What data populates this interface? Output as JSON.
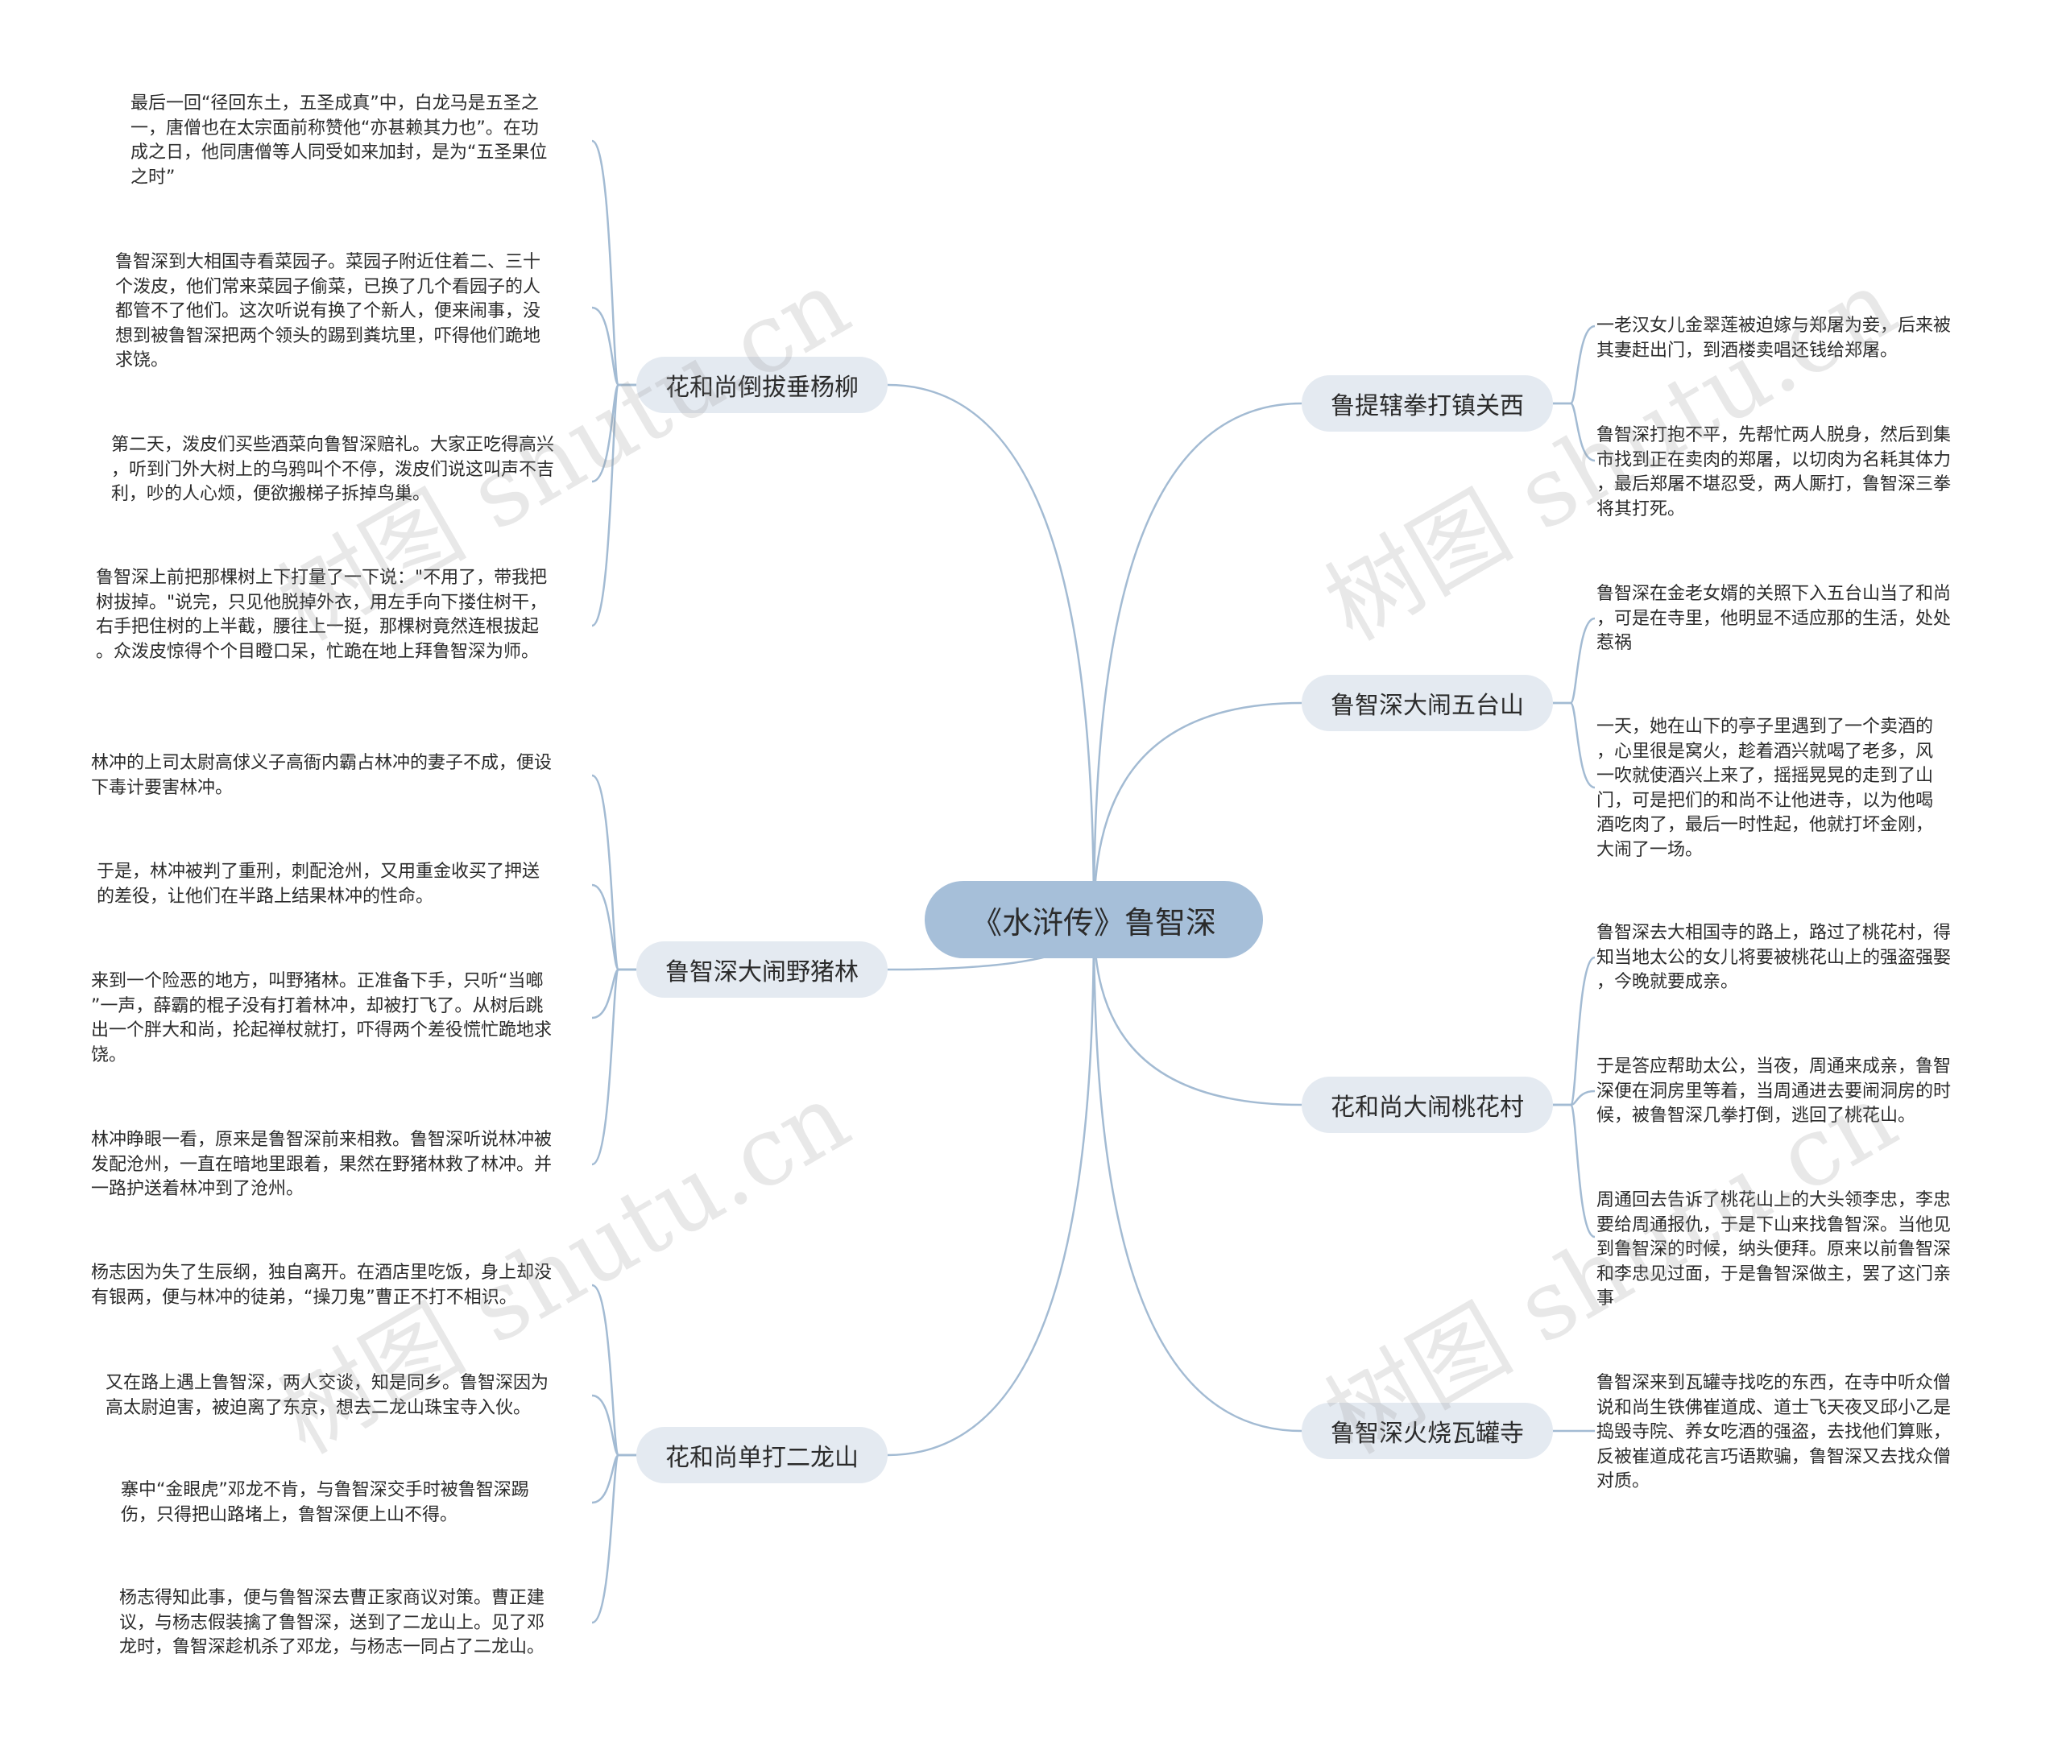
{
  "root": "《水浒传》鲁智深",
  "branches": [
    {
      "label": "花和尚倒拔垂杨柳",
      "leaves": [
        "最后一回“径回东土，五圣成真”中，白龙马是五圣之\n一，唐僧也在太宗面前称赞他“亦甚赖其力也”。在功\n成之日，他同唐僧等人同受如来加封，是为“五圣果位\n之时”",
        "鲁智深到大相国寺看菜园子。菜园子附近住着二、三十\n个泼皮，他们常来菜园子偷菜，已换了几个看园子的人\n都管不了他们。这次听说有换了个新人，便来闹事，没\n想到被鲁智深把两个领头的踢到粪坑里，吓得他们跪地\n求饶。",
        "第二天，泼皮们买些酒菜向鲁智深赔礼。大家正吃得高兴\n，听到门外大树上的乌鸦叫个不停，泼皮们说这叫声不吉\n利，吵的人心烦，便欲搬梯子拆掉鸟巢。",
        "鲁智深上前把那棵树上下打量了一下说：\"不用了，带我把\n树拔掉。\"说完，只见他脱掉外衣，用左手向下搂住树干，\n右手把住树的上半截，腰往上一挺，那棵树竟然连根拔起\n。众泼皮惊得个个目瞪口呆，忙跪在地上拜鲁智深为师。"
      ]
    },
    {
      "label": "鲁智深大闹野猪林",
      "leaves": [
        "林冲的上司太尉高俅义子高衙内霸占林冲的妻子不成，便设\n下毒计要害林冲。",
        "于是，林冲被判了重刑，刺配沧州，又用重金收买了押送\n的差役，让他们在半路上结果林冲的性命。",
        "来到一个险恶的地方，叫野猪林。正准备下手，只听“当啷\n”一声，薛霸的棍子没有打着林冲，却被打飞了。从树后跳\n出一个胖大和尚，抡起禅杖就打，吓得两个差役慌忙跪地求\n饶。",
        "林冲睁眼一看，原来是鲁智深前来相救。鲁智深听说林冲被\n发配沧州，一直在暗地里跟着，果然在野猪林救了林冲。并\n一路护送着林冲到了沧州。"
      ]
    },
    {
      "label": "花和尚单打二龙山",
      "leaves": [
        "杨志因为失了生辰纲，独自离开。在酒店里吃饭，身上却没\n有银两，便与林冲的徒弟，“操刀鬼”曹正不打不相识。",
        "又在路上遇上鲁智深，两人交谈，知是同乡。鲁智深因为\n高太尉迫害，被迫离了东京，想去二龙山珠宝寺入伙。",
        "寨中“金眼虎”邓龙不肯，与鲁智深交手时被鲁智深踢\n伤，只得把山路堵上，鲁智深便上山不得。",
        "杨志得知此事，便与鲁智深去曹正家商议对策。曹正建\n议，与杨志假装擒了鲁智深，送到了二龙山上。见了邓\n龙时，鲁智深趁机杀了邓龙，与杨志一同占了二龙山。"
      ]
    },
    {
      "label": "鲁提辖拳打镇关西",
      "leaves": [
        "一老汉女儿金翠莲被迫嫁与郑屠为妾，后来被\n其妻赶出门，到酒楼卖唱还钱给郑屠。",
        "鲁智深打抱不平，先帮忙两人脱身，然后到集\n市找到正在卖肉的郑屠，以切肉为名耗其体力\n，最后郑屠不堪忍受，两人厮打，鲁智深三拳\n将其打死。"
      ]
    },
    {
      "label": "鲁智深大闹五台山",
      "leaves": [
        "鲁智深在金老女婿的关照下入五台山当了和尚\n，可是在寺里，他明显不适应那的生活，处处\n惹祸",
        "一天，她在山下的亭子里遇到了一个卖酒的\n，心里很是窝火，趁着酒兴就喝了老多，风\n一吹就使酒兴上来了，摇摇晃晃的走到了山\n门，可是把们的和尚不让他进寺，以为他喝\n酒吃肉了，最后一时性起，他就打坏金刚，\n大闹了一场。"
      ]
    },
    {
      "label": "花和尚大闹桃花村",
      "leaves": [
        "鲁智深去大相国寺的路上，路过了桃花村，得\n知当地太公的女儿将要被桃花山上的强盗强娶\n，今晚就要成亲。",
        "于是答应帮助太公，当夜，周通来成亲，鲁智\n深便在洞房里等着，当周通进去要闹洞房的时\n候，被鲁智深几拳打倒，逃回了桃花山。",
        "周通回去告诉了桃花山上的大头领李忠，李忠\n要给周通报仇，于是下山来找鲁智深。当他见\n到鲁智深的时候，纳头便拜。原来以前鲁智深\n和李忠见过面，于是鲁智深做主，罢了这门亲\n事"
      ]
    },
    {
      "label": "鲁智深火烧瓦罐寺",
      "leaves": [
        "鲁智深来到瓦罐寺找吃的东西，在寺中听众僧\n说和尚生铁佛崔道成、道士飞天夜叉邱小乙是\n捣毁寺院、养女吃酒的强盗，去找他们算账，\n反被崔道成花言巧语欺骗，鲁智深又去找众僧\n对质。"
      ]
    }
  ],
  "watermarks": [
    "树图 shutu.cn",
    "树图 shutu.cn",
    "树图 shutu.cn",
    "树图 shutu.cn"
  ],
  "colors": {
    "line": "#a3bbd3",
    "root_fill": "#a6bfd9",
    "branch_fill": "#e4eaf1"
  }
}
